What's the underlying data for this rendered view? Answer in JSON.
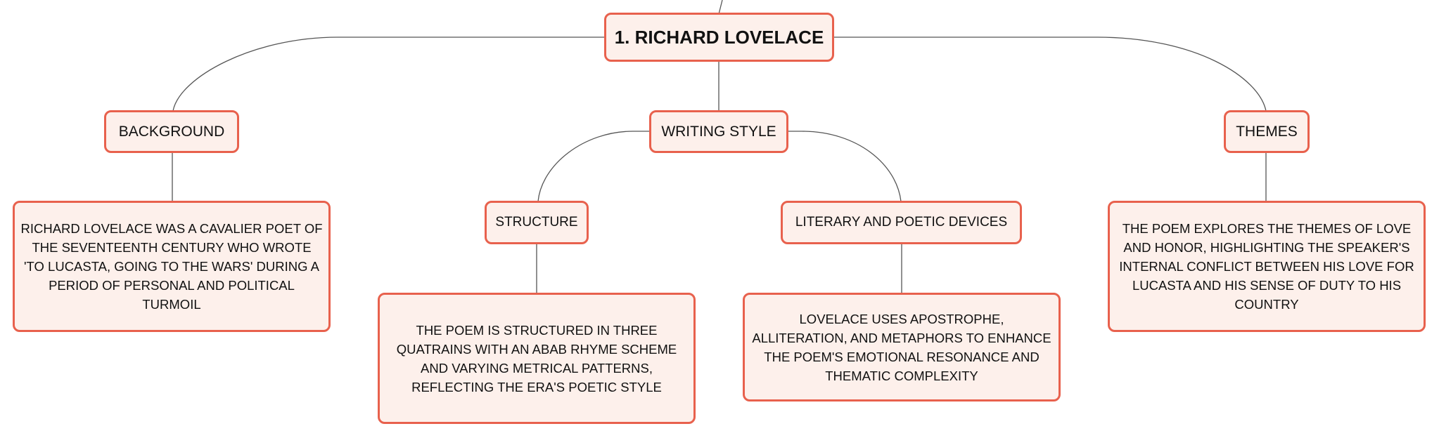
{
  "root": {
    "label": "1. RICHARD LOVELACE"
  },
  "background": {
    "label": "BACKGROUND",
    "text": "RICHARD LOVELACE WAS A CAVALIER POET OF THE SEVENTEENTH CENTURY WHO WROTE 'TO LUCASTA, GOING TO THE WARS' DURING A PERIOD OF PERSONAL AND POLITICAL TURMOIL"
  },
  "writing_style": {
    "label": "WRITING STYLE",
    "structure": {
      "label": "STRUCTURE",
      "text": "THE POEM IS STRUCTURED IN THREE QUATRAINS WITH AN ABAB RHYME SCHEME AND VARYING METRICAL PATTERNS, REFLECTING THE ERA'S POETIC STYLE"
    },
    "devices": {
      "label": "LITERARY AND POETIC DEVICES",
      "text": "LOVELACE USES APOSTROPHE, ALLITERATION, AND METAPHORS TO ENHANCE THE POEM'S EMOTIONAL RESONANCE AND THEMATIC COMPLEXITY"
    }
  },
  "themes": {
    "label": "THEMES",
    "text": "THE POEM EXPLORES THE THEMES OF LOVE AND HONOR, HIGHLIGHTING THE SPEAKER'S INTERNAL CONFLICT BETWEEN HIS LOVE FOR LUCASTA AND HIS SENSE OF DUTY TO HIS COUNTRY"
  },
  "colors": {
    "border": "#e8614d",
    "fill": "#fdf0eb",
    "line": "#555555"
  }
}
